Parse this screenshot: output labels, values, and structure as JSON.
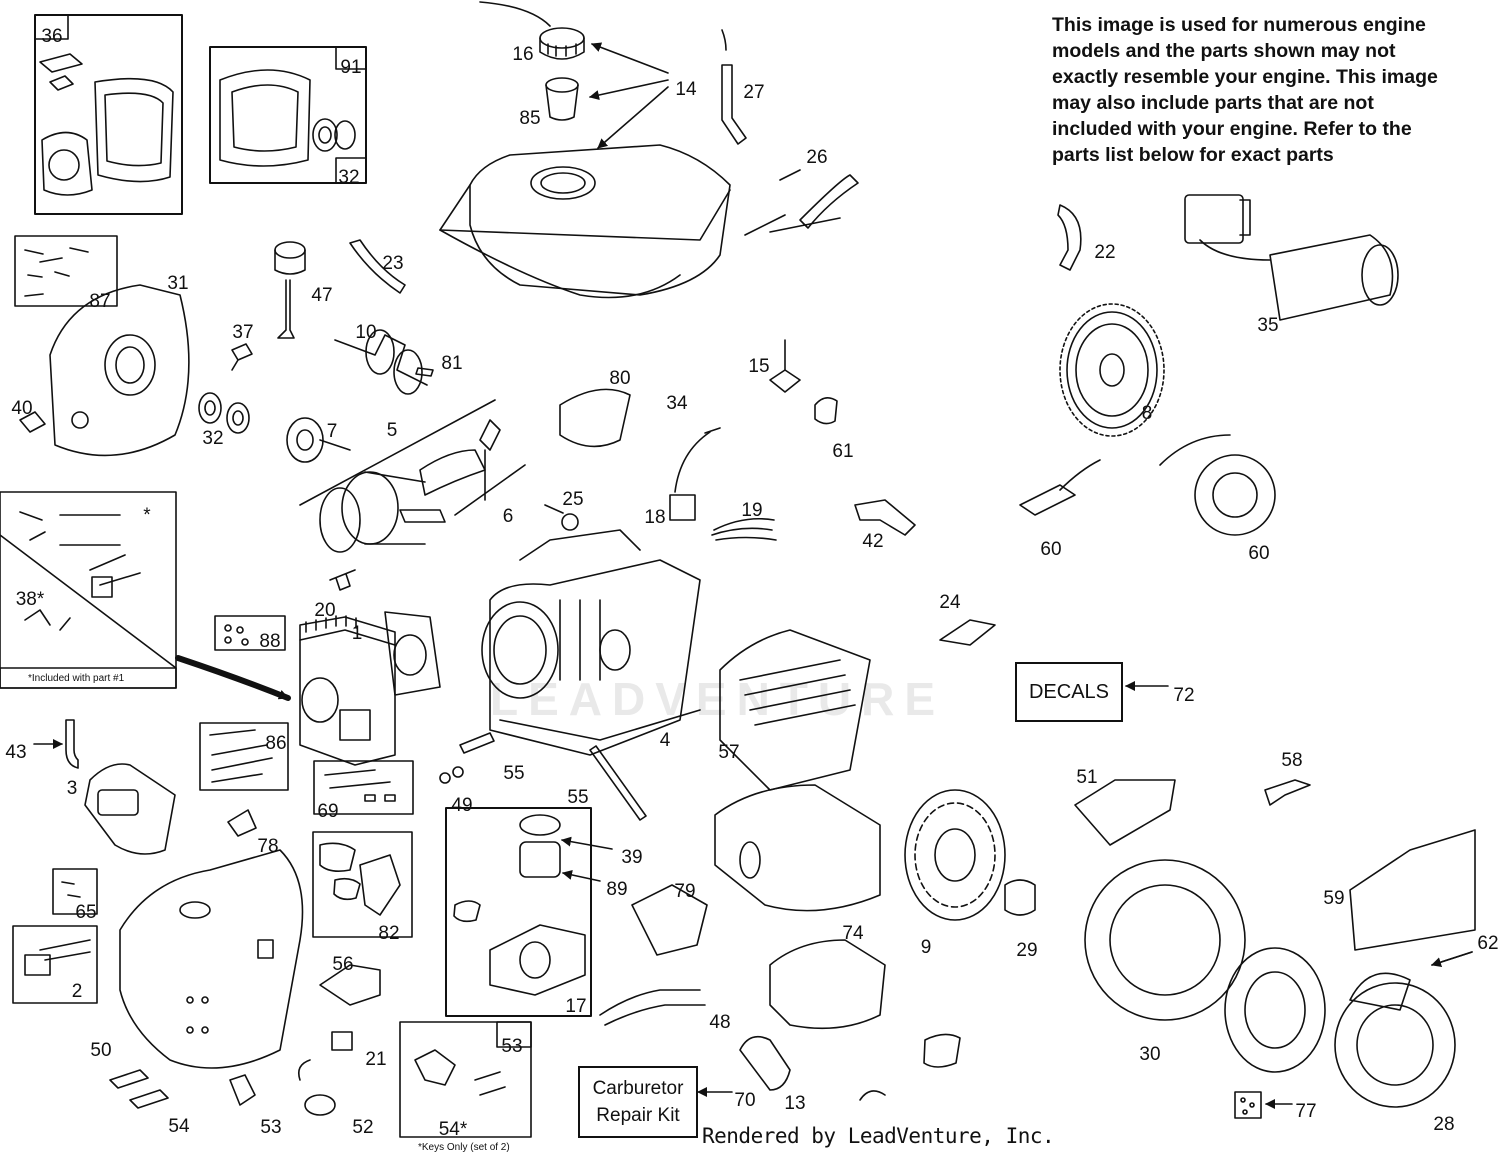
{
  "notice": "This image is used for numerous engine\nmodels and the parts shown may not\nexactly resemble your engine. This image\nmay also include parts that are not\nincluded with your engine. Refer to the\nparts list below for exact parts",
  "credit": "Rendered by LeadVenture, Inc.",
  "watermark": "LEADVENTURE",
  "boxed_labels": {
    "decals": "DECALS",
    "carburetor_repair_kit": "Carburetor\nRepair Kit"
  },
  "notes": {
    "included_with_part_1": "*Included with part #1",
    "keys_only": "*Keys Only (set of 2)"
  },
  "part_callouts": [
    {
      "label": "36"
    },
    {
      "label": "91"
    },
    {
      "label": "32"
    },
    {
      "label": "16"
    },
    {
      "label": "14"
    },
    {
      "label": "85"
    },
    {
      "label": "27"
    },
    {
      "label": "26"
    },
    {
      "label": "22"
    },
    {
      "label": "35"
    },
    {
      "label": "87"
    },
    {
      "label": "31"
    },
    {
      "label": "47"
    },
    {
      "label": "23"
    },
    {
      "label": "37"
    },
    {
      "label": "10"
    },
    {
      "label": "81"
    },
    {
      "label": "40"
    },
    {
      "label": "32"
    },
    {
      "label": "7"
    },
    {
      "label": "5"
    },
    {
      "label": "80"
    },
    {
      "label": "15"
    },
    {
      "label": "34"
    },
    {
      "label": "61"
    },
    {
      "label": "8"
    },
    {
      "label": "6"
    },
    {
      "label": "25"
    },
    {
      "label": "18"
    },
    {
      "label": "19"
    },
    {
      "label": "42"
    },
    {
      "label": "60"
    },
    {
      "label": "60"
    },
    {
      "label": "*"
    },
    {
      "label": "38*"
    },
    {
      "label": "20"
    },
    {
      "label": "88"
    },
    {
      "label": "1"
    },
    {
      "label": "24"
    },
    {
      "label": "72"
    },
    {
      "label": "43"
    },
    {
      "label": "86"
    },
    {
      "label": "3"
    },
    {
      "label": "4"
    },
    {
      "label": "57"
    },
    {
      "label": "55"
    },
    {
      "label": "49"
    },
    {
      "label": "55"
    },
    {
      "label": "69"
    },
    {
      "label": "51"
    },
    {
      "label": "58"
    },
    {
      "label": "78"
    },
    {
      "label": "39"
    },
    {
      "label": "89"
    },
    {
      "label": "79"
    },
    {
      "label": "65"
    },
    {
      "label": "82"
    },
    {
      "label": "74"
    },
    {
      "label": "9"
    },
    {
      "label": "29"
    },
    {
      "label": "59"
    },
    {
      "label": "62"
    },
    {
      "label": "2"
    },
    {
      "label": "56"
    },
    {
      "label": "17"
    },
    {
      "label": "48"
    },
    {
      "label": "30"
    },
    {
      "label": "50"
    },
    {
      "label": "21"
    },
    {
      "label": "53"
    },
    {
      "label": "13"
    },
    {
      "label": "54"
    },
    {
      "label": "53"
    },
    {
      "label": "52"
    },
    {
      "label": "54*"
    },
    {
      "label": "70"
    },
    {
      "label": "77"
    },
    {
      "label": "28"
    }
  ]
}
